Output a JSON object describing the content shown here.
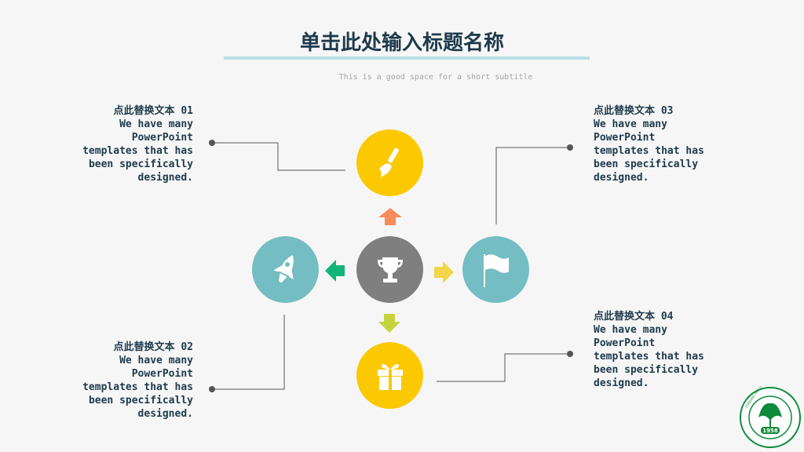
{
  "slide": {
    "title": "单击此处输入标题名称",
    "subtitle": "This is a good space for a short subtitle"
  },
  "blocks": [
    {
      "heading": "点此替换文本 01",
      "body": "We have many\nPowerPoint\ntemplates that has\nbeen specifically\ndesigned."
    },
    {
      "heading": "点此替换文本 02",
      "body": "We have many\nPowerPoint\ntemplates that has\nbeen specifically\ndesigned."
    },
    {
      "heading": "点此替换文本 03",
      "body": "We have many\nPowerPoint\ntemplates that has\nbeen specifically\ndesigned."
    },
    {
      "heading": "点此替换文本 04",
      "body": "We have many\nPowerPoint\ntemplates that has\nbeen specifically\ndesigned."
    }
  ],
  "hub": {
    "center_icon": "trophy-icon",
    "top_icon": "paintbrush-icon",
    "left_icon": "rocket-icon",
    "right_icon": "flag-icon",
    "bottom_icon": "gift-icon"
  },
  "logo": {
    "year": "1958",
    "text": "ZHEJIANG A&F UNIVERSITY"
  },
  "colors": {
    "title": "#1e3a4c",
    "rule": "#b9dee4",
    "yellow": "#fcc800",
    "teal": "#74bdc3",
    "gray": "#7f7f7f",
    "arrow_up": "#f68b5c",
    "arrow_left": "#11b579",
    "arrow_right": "#f2d54a",
    "arrow_down": "#c5d43e",
    "connector": "#555555",
    "logo_green": "#0f8a3a"
  }
}
